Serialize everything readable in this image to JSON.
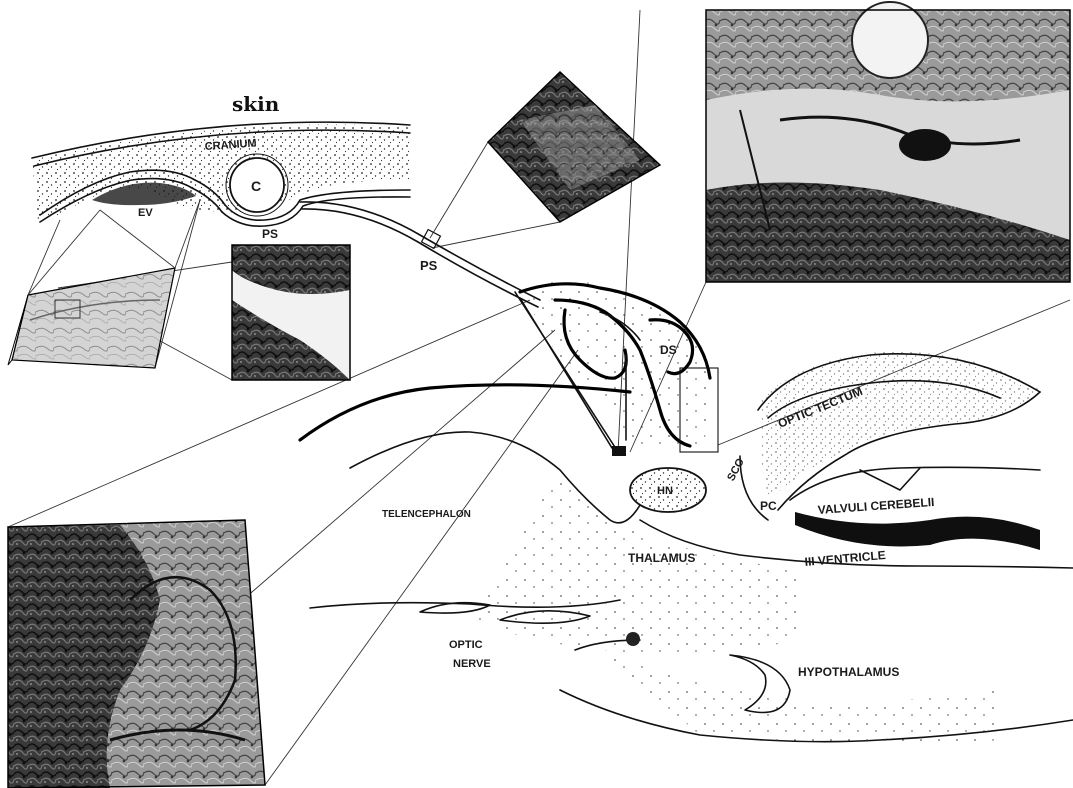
{
  "labels": {
    "skin": "skin",
    "cranium": "CRANIUM",
    "cartilage": "C",
    "ev": "EV",
    "ps_upper": "PS",
    "ps_stalk": "PS",
    "ds": "DS",
    "optic_tectum": "OPTIC TECTUM",
    "telencephalon": "TELENCEPHALON",
    "hn": "HN",
    "thalamus": "THALAMUS",
    "sco": "SCO",
    "pc": "PC",
    "valvuli_cerebelli": "VALVULI CEREBELII",
    "iii_ventricle": "III VENTRICLE",
    "optic_nerve_line1": "OPTIC",
    "optic_nerve_line2": "NERVE",
    "hypothalamus": "HYPOTHALAMUS"
  },
  "micrographs": [
    {
      "id": "ev-section",
      "tone": "light"
    },
    {
      "id": "ev-detail",
      "tone": "mixed"
    },
    {
      "id": "stalk-detail",
      "tone": "dark"
    },
    {
      "id": "sac-detail",
      "tone": "dark"
    },
    {
      "id": "brain-detail",
      "tone": "dark"
    }
  ],
  "colors": {
    "ink": "#111111",
    "paper": "#ffffff",
    "photo_dark": "#2a2a2a",
    "photo_mid": "#7a7a7a",
    "photo_light": "#d8d8d8"
  }
}
